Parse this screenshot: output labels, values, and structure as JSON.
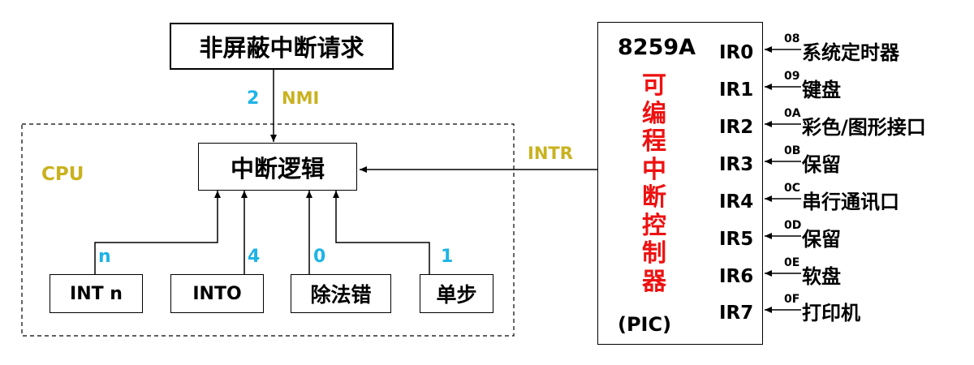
{
  "nmi_request": {
    "label": "非屏蔽中断请求"
  },
  "nmi": {
    "type": "2",
    "name": "NMI"
  },
  "cpu": {
    "label": "CPU",
    "logic_label": "中断逻辑"
  },
  "intr": {
    "label": "INTR"
  },
  "sources": [
    {
      "type": "n",
      "label": "INT n"
    },
    {
      "type": "4",
      "label": "INTO"
    },
    {
      "type": "0",
      "label": "除法错"
    },
    {
      "type": "1",
      "label": "单步"
    }
  ],
  "pic": {
    "chip": "8259A",
    "title_chars": [
      "可",
      "编",
      "程",
      "中",
      "断",
      "控",
      "制",
      "器"
    ],
    "abbrev": "(PIC)",
    "lines": [
      {
        "ir": "IR0",
        "vector": "08",
        "device": "系统定时器"
      },
      {
        "ir": "IR1",
        "vector": "09",
        "device": "键盘"
      },
      {
        "ir": "IR2",
        "vector": "0A",
        "device": "彩色/图形接口"
      },
      {
        "ir": "IR3",
        "vector": "0B",
        "device": "保留"
      },
      {
        "ir": "IR4",
        "vector": "0C",
        "device": "串行通讯口"
      },
      {
        "ir": "IR5",
        "vector": "0D",
        "device": "保留"
      },
      {
        "ir": "IR6",
        "vector": "0E",
        "device": "软盘"
      },
      {
        "ir": "IR7",
        "vector": "0F",
        "device": "打印机"
      }
    ]
  },
  "colors": {
    "type_numbers": "#1fb3e6",
    "labels": "#c9b21f",
    "pic_title": "#ee1111"
  }
}
